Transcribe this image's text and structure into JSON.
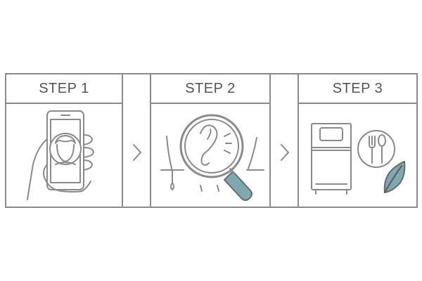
{
  "steps": [
    {
      "label": "STEP 1",
      "icon": "hand-holding-phone-with-face-icon"
    },
    {
      "label": "STEP 2",
      "icon": "magnifying-glass-hair-follicle-icon"
    },
    {
      "label": "STEP 3",
      "icon": "bed-food-leaf-icon"
    }
  ],
  "colors": {
    "stroke": "#8a8a8a",
    "text": "#555555",
    "accent": "#7fa9b0"
  }
}
